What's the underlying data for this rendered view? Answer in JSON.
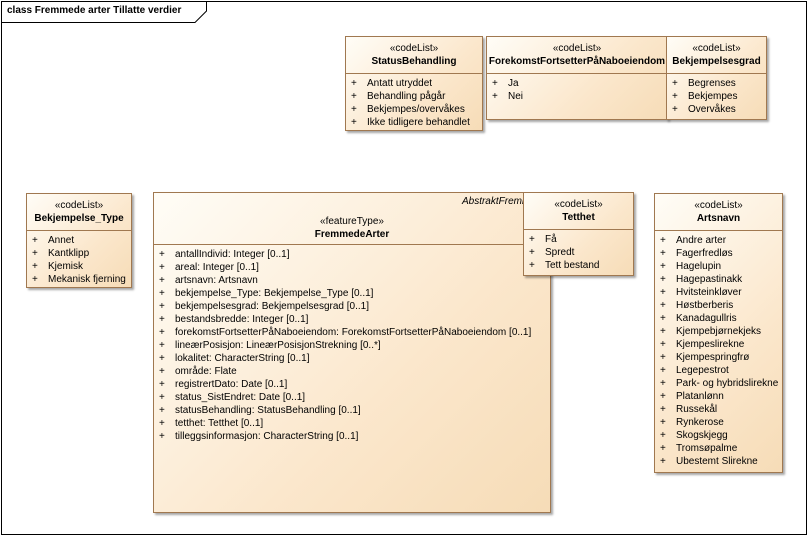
{
  "diagram": {
    "title": "class Fremmede arter Tillatte verdier"
  },
  "classes": {
    "status_behandling": {
      "stereotype": "«codeList»",
      "name": "StatusBehandling",
      "items": [
        "Antatt utryddet",
        "Behandling pågår",
        "Bekjempes/overvåkes",
        "Ikke tidligere behandlet"
      ]
    },
    "forekomst": {
      "stereotype": "«codeList»",
      "name": "ForekomstFortsetterPåNaboeiendom",
      "items": [
        "Ja",
        "Nei"
      ]
    },
    "bekjempelsesgrad": {
      "stereotype": "«codeList»",
      "name": "Bekjempelsesgrad",
      "items": [
        "Begrenses",
        "Bekjempes",
        "Overvåkes"
      ]
    },
    "bekjempelse_type": {
      "stereotype": "«codeList»",
      "name": "Bekjempelse_Type",
      "items": [
        "Annet",
        "Kantklipp",
        "Kjemisk",
        "Mekanisk fjerning"
      ]
    },
    "fremmede_arter": {
      "abstract_label": "AbstraktFremmede",
      "stereotype": "«featureType»",
      "name": "FremmedeArter",
      "items": [
        "antallIndivid: Integer [0..1]",
        "areal: Integer [0..1]",
        "artsnavn: Artsnavn",
        "bekjempelse_Type: Bekjempelse_Type [0..1]",
        "bekjempelsesgrad: Bekjempelsesgrad [0..1]",
        "bestandsbredde: Integer [0..1]",
        "forekomstFortsetterPåNaboeiendom: ForekomstFortsetterPåNaboeiendom [0..1]",
        "lineærPosisjon: LineærPosisjonStrekning [0..*]",
        "lokalitet: CharacterString [0..1]",
        "område: Flate",
        "registrertDato: Date [0..1]",
        "status_SistEndret: Date [0..1]",
        "statusBehandling: StatusBehandling [0..1]",
        "tetthet: Tetthet [0..1]",
        "tilleggsinformasjon: CharacterString [0..1]"
      ]
    },
    "tetthet": {
      "stereotype": "«codeList»",
      "name": "Tetthet",
      "items": [
        "Få",
        "Spredt",
        "Tett bestand"
      ]
    },
    "artsnavn": {
      "stereotype": "«codeList»",
      "name": "Artsnavn",
      "items": [
        "Andre arter",
        "Fagerfredløs",
        "Hagelupin",
        "Hagepastinakk",
        "Hvitsteinkløver",
        "Høstberberis",
        "Kanadagullris",
        "Kjempebjørnekjeks",
        "Kjempeslirekne",
        "Kjempespringfrø",
        "Legepestrot",
        "Park- og hybridslirekne",
        "Platanlønn",
        "Russekål",
        "Rynkerose",
        "Skogskjegg",
        "Tromsøpalme",
        "Ubestemt Slirekne"
      ]
    }
  }
}
